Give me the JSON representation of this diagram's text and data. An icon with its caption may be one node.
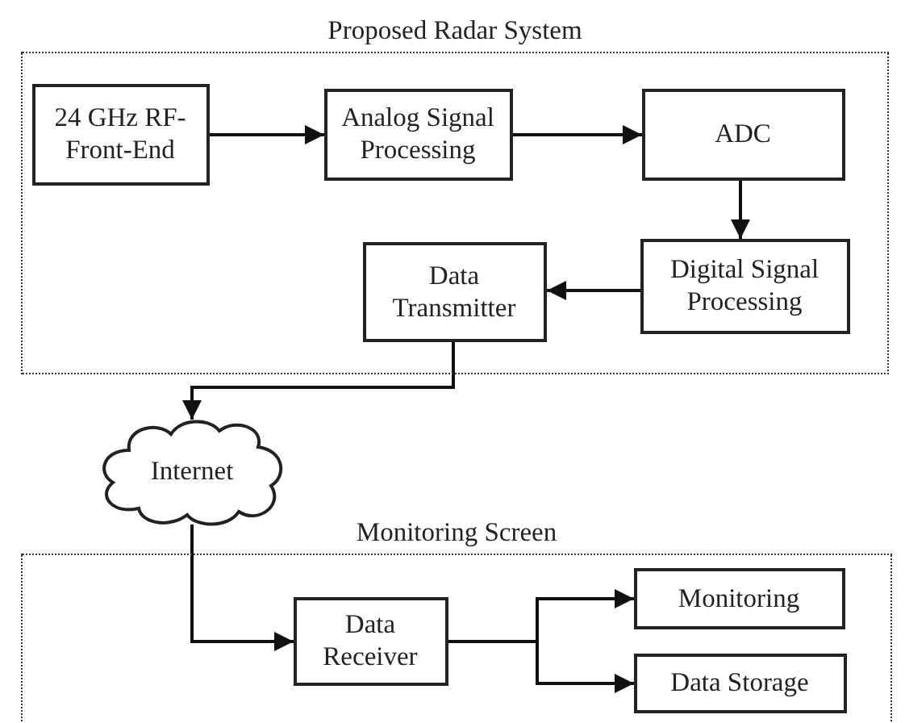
{
  "diagram": {
    "nodes": [
      {
        "text": [
          "Proposed Radar System"
        ]
      },
      {
        "text": [
          "24 GHz RF-Front-End"
        ],
        "in": 0
      },
      {
        "text": [
          "Analog Signal Processing"
        ],
        "in": 0
      },
      {
        "text": [
          "ADC"
        ],
        "in": 0
      },
      {
        "text": [
          "Digital Signal Processing"
        ],
        "in": 0
      },
      {
        "text": [
          "Data Transmitter"
        ],
        "in": 0
      },
      {
        "text": [
          "Internet"
        ]
      },
      {
        "text": [
          "Monitoring Screen"
        ]
      },
      {
        "text": [
          "Data Receiver"
        ],
        "in": 7
      },
      {
        "text": [
          "Monitoring"
        ],
        "in": 7
      },
      {
        "text": [
          "Data Storage"
        ],
        "in": 7
      }
    ],
    "edges": [
      {
        "from": 1,
        "to": 2,
        "arrow": "to"
      },
      {
        "from": 2,
        "to": 3,
        "arrow": "to"
      },
      {
        "from": 3,
        "to": 4,
        "arrow": "to"
      },
      {
        "from": 4,
        "to": 5,
        "arrow": "to"
      },
      {
        "from": 5,
        "to": 6,
        "arrow": "to"
      },
      {
        "from": 6,
        "to": 8,
        "arrow": "to"
      },
      {
        "from": 8,
        "to": 9,
        "arrow": "to"
      },
      {
        "from": 8,
        "to": 10,
        "arrow": "to"
      }
    ]
  }
}
